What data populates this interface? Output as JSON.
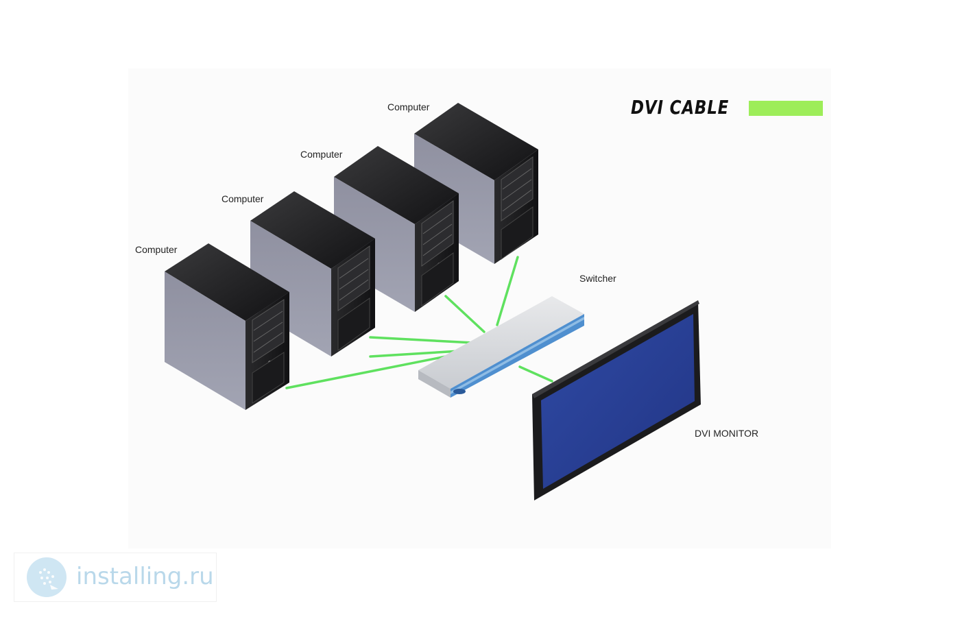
{
  "legend": {
    "title": "DVI CABLE",
    "color": "#9ded59"
  },
  "labels": {
    "computer_1": "Computer",
    "computer_2": "Computer",
    "computer_3": "Computer",
    "computer_4": "Computer",
    "switcher": "Switcher",
    "monitor": "DVI MONITOR"
  },
  "watermark": {
    "text": "installing.ru"
  },
  "colors": {
    "cable": "#5fe15f",
    "computer_side": "#8a8c9c",
    "computer_front": "#1c1c1e",
    "switcher_top": "#d9dbde",
    "switcher_trim": "#4f8fcf",
    "monitor_screen": "#2b3f95"
  }
}
